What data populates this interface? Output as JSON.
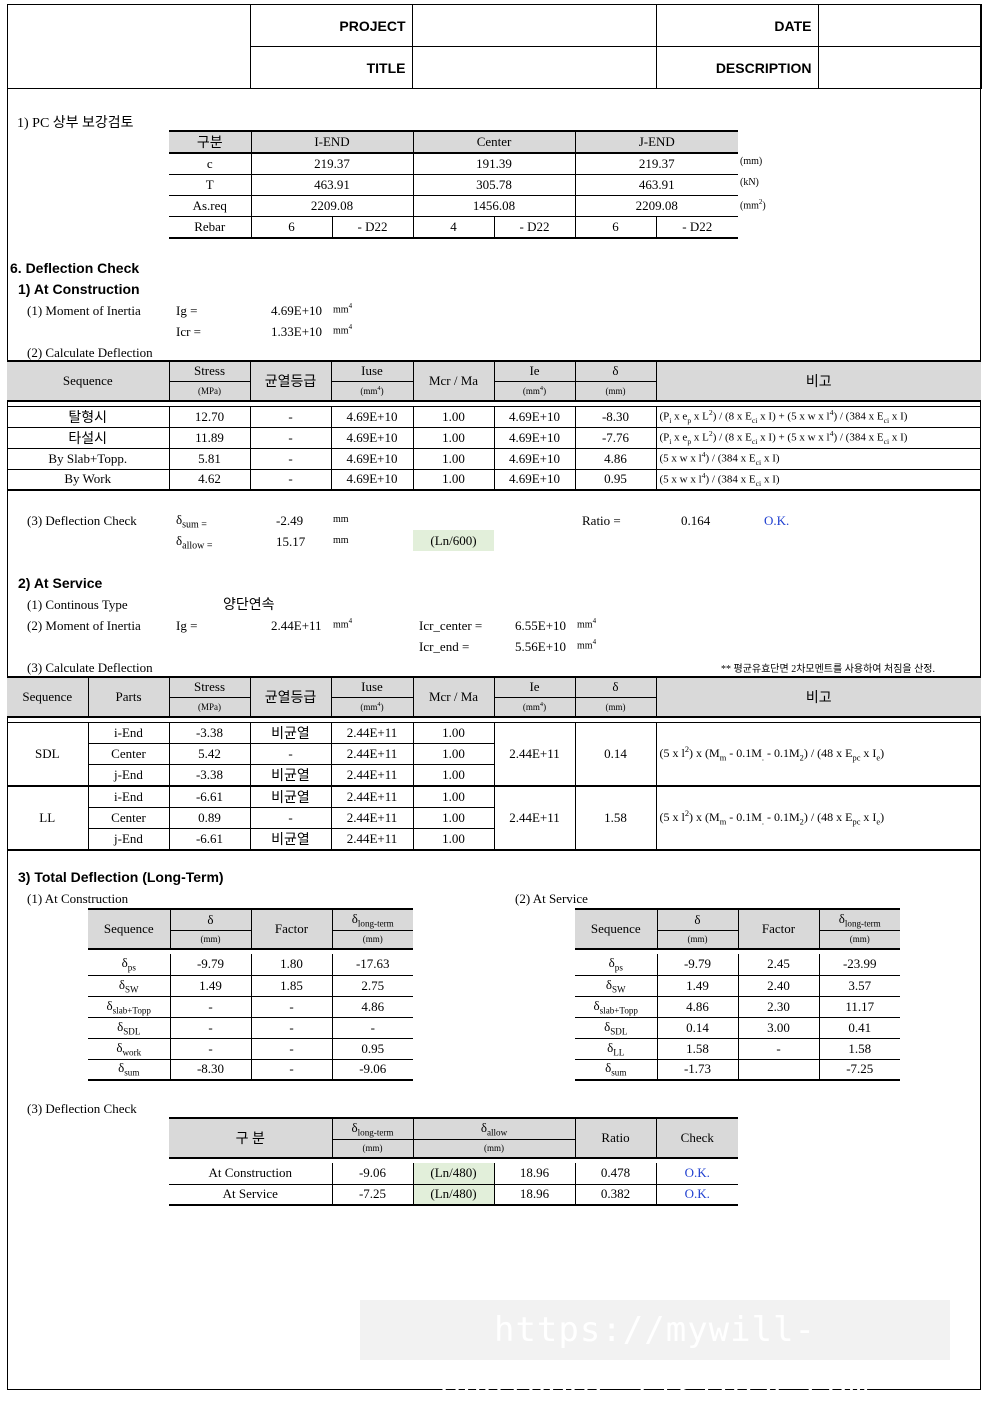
{
  "header": {
    "project_label": "PROJECT",
    "date_label": "DATE",
    "title_label": "TITLE",
    "description_label": "DESCRIPTION"
  },
  "sec1": {
    "title": "1) PC 상부 보강검토",
    "col_gubun": "구분",
    "col_iend": "I-END",
    "col_center": "Center",
    "col_jend": "J-END",
    "rows": [
      {
        "label": "c",
        "iend": "219.37",
        "center": "191.39",
        "jend": "219.37",
        "unit": "(mm)"
      },
      {
        "label": "T",
        "iend": "463.91",
        "center": "305.78",
        "jend": "463.91",
        "unit": "(kN)"
      },
      {
        "label": "As.req",
        "iend": "2209.08",
        "center": "1456.08",
        "jend": "2209.08",
        "unit": "(mm"
      }
    ],
    "unit_sup": "2",
    "unit_close": ")",
    "rebar": {
      "label": "Rebar",
      "i_n": "6",
      "i_d": "- D22",
      "c_n": "4",
      "c_d": "- D22",
      "j_n": "6",
      "j_d": "- D22"
    }
  },
  "sec6": {
    "title": "6. Deflection Check",
    "construction_title": "1) At Construction",
    "moi_label": "(1) Moment of Inertia",
    "ig_label": "Ig =",
    "ig_value": "4.69E+10",
    "icr_label": "Icr =",
    "icr_value": "1.33E+10",
    "mm4": "mm",
    "mm4_sup": "4",
    "calc_label": "(2) Calculate Deflection",
    "table_headers": {
      "sequence": "Sequence",
      "stress": "Stress",
      "mpa": "(MPa)",
      "grade": "균열등급",
      "iuse": "Iuse",
      "mm4": "(mm",
      "mcr": "Mcr / Ma",
      "ie": "Ie",
      "delta": "δ",
      "mm": "(mm)",
      "remark": "비고"
    },
    "rows": [
      {
        "seq": "탈형시",
        "stress": "12.70",
        "grade": "-",
        "iuse": "4.69E+10",
        "mcr": "1.00",
        "ie": "4.69E+10",
        "delta": "-8.30",
        "formula": "full"
      },
      {
        "seq": "타설시",
        "stress": "11.89",
        "grade": "-",
        "iuse": "4.69E+10",
        "mcr": "1.00",
        "ie": "4.69E+10",
        "delta": "-7.76",
        "formula": "full"
      },
      {
        "seq": "By Slab+Topp.",
        "stress": "5.81",
        "grade": "-",
        "iuse": "4.69E+10",
        "mcr": "1.00",
        "ie": "4.69E+10",
        "delta": "4.86",
        "formula": "short"
      },
      {
        "seq": "By Work",
        "stress": "4.62",
        "grade": "-",
        "iuse": "4.69E+10",
        "mcr": "1.00",
        "ie": "4.69E+10",
        "delta": "0.95",
        "formula": "short"
      }
    ],
    "check_label": "(3) Deflection Check",
    "dsum_label": "sum =",
    "dsum_value": "-2.49",
    "dallow_label": "allow =",
    "dallow_value": "15.17",
    "mm": "mm",
    "ln600": "(Ln/600)",
    "ratio_label": "Ratio =",
    "ratio_value": "0.164",
    "ok": "O.K."
  },
  "service": {
    "title": "2) At Service",
    "type_label": "(1) Continous Type",
    "type_value": "양단연속",
    "moi_label": "(2) Moment of Inertia",
    "ig_label": "Ig =",
    "ig_value": "2.44E+11",
    "icr_center_label": "Icr_center =",
    "icr_center_value": "6.55E+10",
    "icr_end_label": "Icr_end =",
    "icr_end_value": "5.56E+10",
    "calc_label": "(3) Calculate Deflection",
    "note": "** 평균유효단면 2차모멘트를 사용하여 처짐을 산정.",
    "parts_label": "Parts",
    "groups": [
      {
        "name": "SDL",
        "ie": "2.44E+11",
        "delta": "0.14",
        "rows": [
          {
            "part": "i-End",
            "stress": "-3.38",
            "grade": "비균열",
            "iuse": "2.44E+11",
            "mcr": "1.00"
          },
          {
            "part": "Center",
            "stress": "5.42",
            "grade": "-",
            "iuse": "2.44E+11",
            "mcr": "1.00"
          },
          {
            "part": "j-End",
            "stress": "-3.38",
            "grade": "비균열",
            "iuse": "2.44E+11",
            "mcr": "1.00"
          }
        ]
      },
      {
        "name": "LL",
        "ie": "2.44E+11",
        "delta": "1.58",
        "rows": [
          {
            "part": "i-End",
            "stress": "-6.61",
            "grade": "비균열",
            "iuse": "2.44E+11",
            "mcr": "1.00"
          },
          {
            "part": "Center",
            "stress": "0.89",
            "grade": "-",
            "iuse": "2.44E+11",
            "mcr": "1.00"
          },
          {
            "part": "j-End",
            "stress": "-6.61",
            "grade": "비균열",
            "iuse": "2.44E+11",
            "mcr": "1.00"
          }
        ]
      }
    ]
  },
  "total": {
    "title": "3) Total Deflection (Long-Term)",
    "construction_label": "(1) At Construction",
    "service_label": "(2) At Service",
    "headers": {
      "sequence": "Sequence",
      "delta": "δ",
      "mm": "(mm)",
      "factor": "Factor",
      "lt": "long-term"
    },
    "construction_rows": [
      {
        "sym": "ps",
        "delta": "-9.79",
        "factor": "1.80",
        "lt": "-17.63"
      },
      {
        "sym": "SW",
        "delta": "1.49",
        "factor": "1.85",
        "lt": "2.75"
      },
      {
        "sym": "slab+Topp",
        "delta": "-",
        "factor": "-",
        "lt": "4.86"
      },
      {
        "sym": "SDL",
        "delta": "-",
        "factor": "-",
        "lt": "-"
      },
      {
        "sym": "work",
        "delta": "-",
        "factor": "-",
        "lt": "0.95"
      },
      {
        "sym": "sum",
        "delta": "-8.30",
        "factor": "-",
        "lt": "-9.06"
      }
    ],
    "service_rows": [
      {
        "sym": "ps",
        "delta": "-9.79",
        "factor": "2.45",
        "lt": "-23.99"
      },
      {
        "sym": "SW",
        "delta": "1.49",
        "factor": "2.40",
        "lt": "3.57"
      },
      {
        "sym": "slab+Topp",
        "delta": "4.86",
        "factor": "2.30",
        "lt": "11.17"
      },
      {
        "sym": "SDL",
        "delta": "0.14",
        "factor": "3.00",
        "lt": "0.41"
      },
      {
        "sym": "LL",
        "delta": "1.58",
        "factor": "-",
        "lt": "1.58"
      },
      {
        "sym": "sum",
        "delta": "-1.73",
        "factor": "",
        "lt": "-7.25"
      }
    ],
    "check_label": "(3) Deflection Check",
    "check_headers": {
      "gubun": "구 분",
      "lt": "long-term",
      "allow": "allow",
      "mm": "(mm)",
      "ratio": "Ratio",
      "check": "Check"
    },
    "check_rows": [
      {
        "label": "At Construction",
        "lt": "-9.06",
        "ln": "(Ln/480)",
        "allow": "18.96",
        "ratio": "0.478",
        "check": "O.K."
      },
      {
        "label": "At Service",
        "lt": "-7.25",
        "ln": "(Ln/480)",
        "allow": "18.96",
        "ratio": "0.382",
        "check": "O.K."
      }
    ]
  },
  "watermark": "https://mywill-engineer.tistory.com",
  "colors": {
    "header_gray": "#d9d9d9",
    "highlight_green": "#e2efda",
    "ok_blue": "#1f3fd0"
  }
}
